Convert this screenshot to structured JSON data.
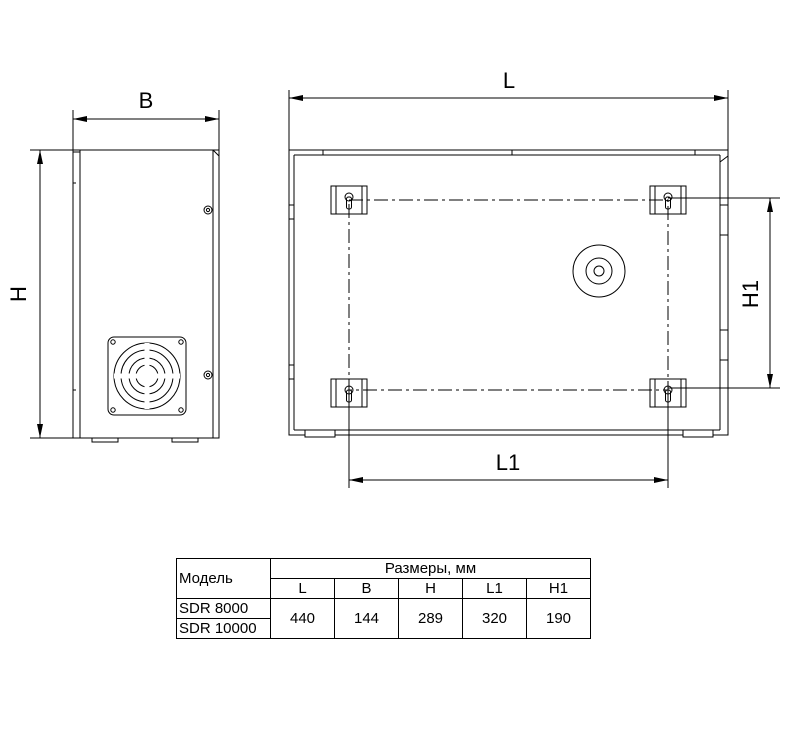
{
  "dimension_labels": {
    "b": "B",
    "l": "L",
    "h": "H",
    "l1": "L1",
    "h1": "H1"
  },
  "table": {
    "model_header": "Модель",
    "group_header": "Размеры, мм",
    "columns": [
      "L",
      "B",
      "H",
      "L1",
      "H1"
    ],
    "models": [
      "SDR 8000",
      "SDR 10000"
    ],
    "values": [
      "440",
      "144",
      "289",
      "320",
      "190"
    ]
  }
}
